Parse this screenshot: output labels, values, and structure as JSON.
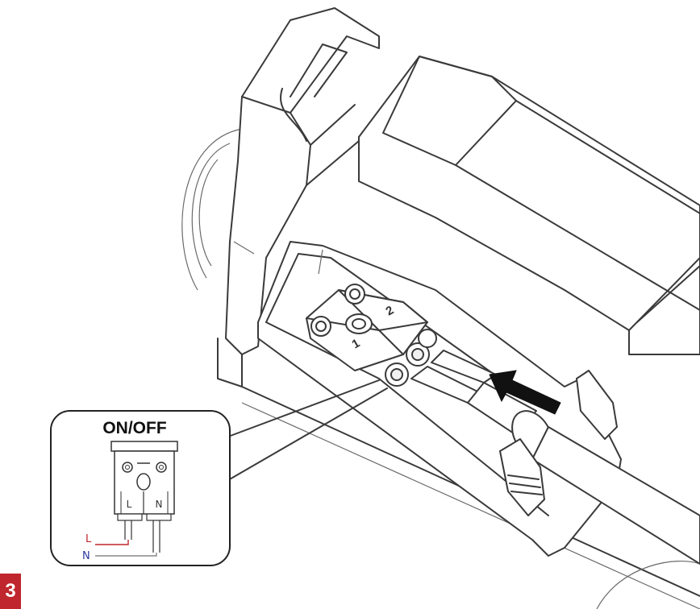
{
  "step": {
    "number": "3",
    "color": "#c0262d"
  },
  "inset": {
    "title": "ON/OFF",
    "terminal_labels": [
      "L",
      "N"
    ],
    "wires": [
      {
        "label": "L",
        "color": "#c0262d"
      },
      {
        "label": "N",
        "color": "#2b3aa0"
      }
    ]
  },
  "terminal_block": {
    "markings": [
      "1",
      "2"
    ]
  },
  "icons": [
    "insertion-arrow-icon"
  ]
}
